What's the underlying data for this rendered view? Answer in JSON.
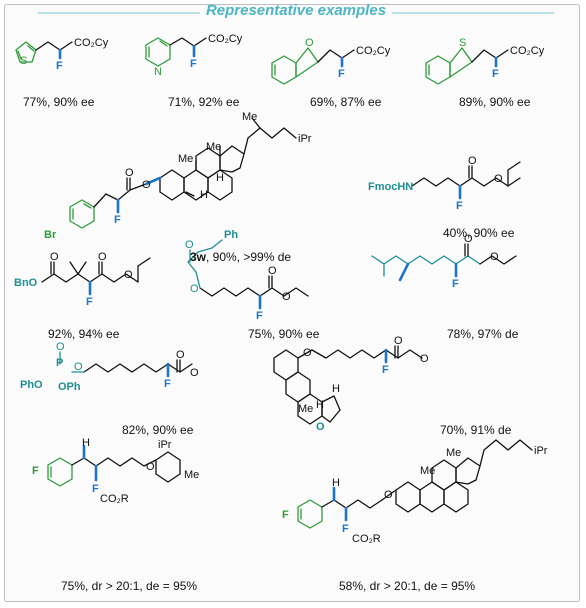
{
  "header": {
    "title": "Representative examples"
  },
  "colors": {
    "teal": "#1f8a8e",
    "green": "#2e9a3a",
    "blue": "#1e74c9",
    "text": "#111111",
    "accent": "#4bb5c1"
  },
  "labels": {
    "co2cy": "CO₂Cy",
    "co2r": "CO₂R",
    "f": "F",
    "o": "O",
    "s": "S",
    "n": "N",
    "br": "Br",
    "me": "Me",
    "h": "H",
    "ipr": "iPr",
    "fmochn": "FmocHN",
    "bno": "BnO",
    "ph": "Ph",
    "p": "P",
    "pho": "PhO",
    "oph": "OPh"
  },
  "captions": [
    "77%, 90% ee",
    "71%, 92% ee",
    "69%, 87% ee",
    "89%, 90% ee",
    "3w",
    ", 90%, >99% de",
    "40%, 90% ee",
    "92%, 94% ee",
    "75%, 90% ee",
    "78%, 97% de",
    "82%, 90% ee",
    "70%, 91% de",
    "75%, dr > 20:1, de = 95%",
    "58%, dr > 20:1, de = 95%"
  ]
}
